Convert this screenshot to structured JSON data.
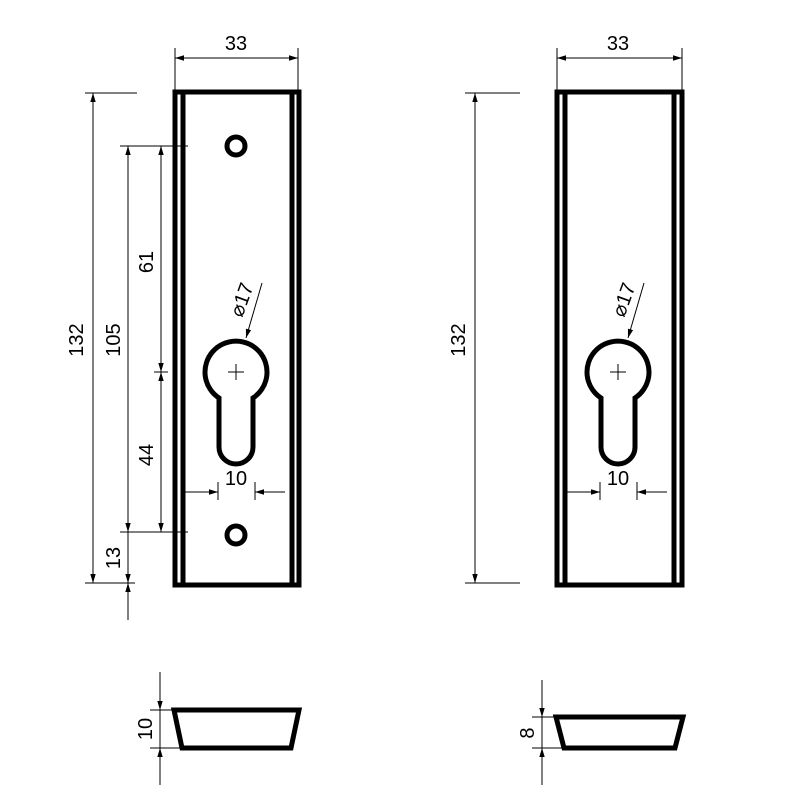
{
  "colors": {
    "line": "#000000",
    "background": "#ffffff"
  },
  "front_view": {
    "width_label": "33",
    "height_label": "132",
    "hole_spacing_label": "105",
    "upper_label": "61",
    "lower_label": "44",
    "bottom_offset_label": "13",
    "diameter_label": "⌀17",
    "slot_width_label": "10"
  },
  "back_view": {
    "width_label": "33",
    "height_label": "132",
    "diameter_label": "⌀17",
    "slot_width_label": "10"
  },
  "profile_left": {
    "thickness_label": "10"
  },
  "profile_right": {
    "thickness_label": "8"
  }
}
